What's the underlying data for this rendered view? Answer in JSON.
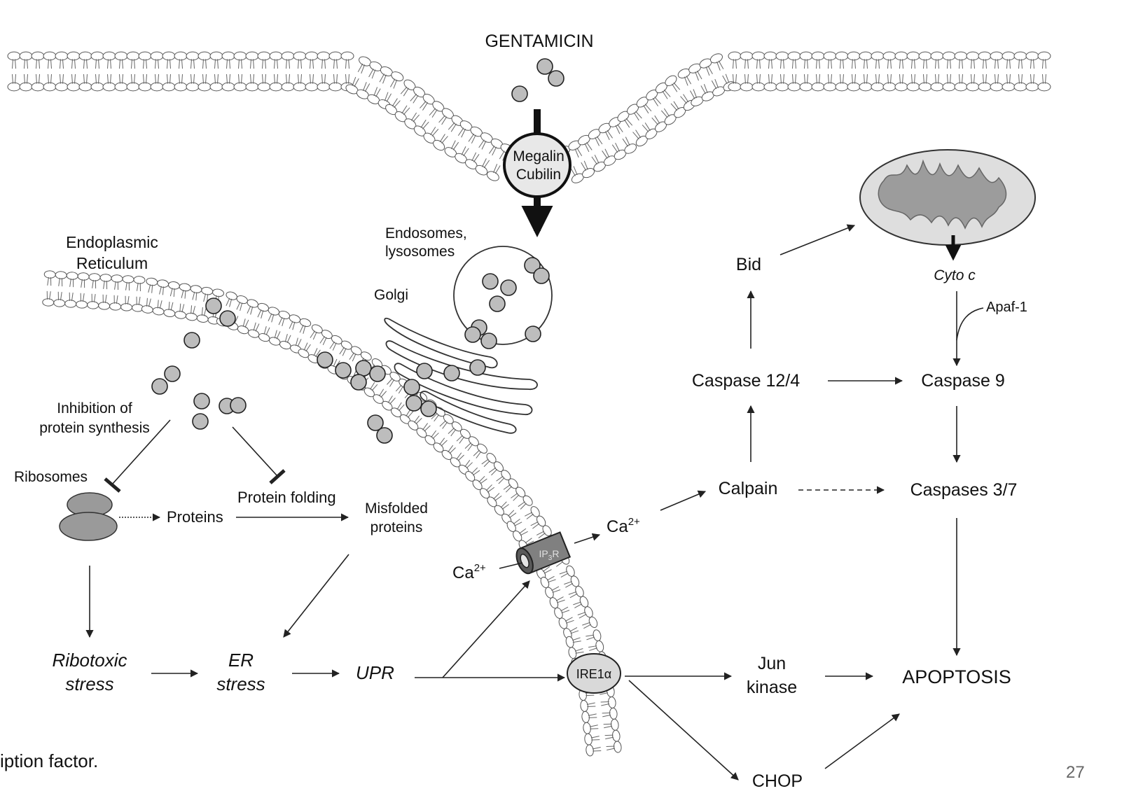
{
  "labels": {
    "gentamicin": "GENTAMICIN",
    "megalin": "Megalin",
    "cubilin": "Cubilin",
    "endosomes": "Endosomes,",
    "lysosomes": "lysosomes",
    "golgi": "Golgi",
    "er_line1": "Endoplasmic",
    "er_line2": "Reticulum",
    "inhibition_line1": "Inhibition of",
    "inhibition_line2": "protein synthesis",
    "ribosomes": "Ribosomes",
    "proteins": "Proteins",
    "protein_folding": "Protein folding",
    "misfolded_line1": "Misfolded",
    "misfolded_line2": "proteins",
    "ribotoxic_line1": "Ribotoxic",
    "ribotoxic_line2": "stress",
    "er_stress_line1": "ER",
    "er_stress_line2": "stress",
    "upr": "UPR",
    "ca_in": "Ca",
    "ca_out": "Ca",
    "ca_superscript": "2+",
    "ip3r": "IP",
    "ip3r_subscript": "3",
    "ip3r_suffix": "R",
    "ire1a": "IRE1α",
    "bid": "Bid",
    "cyto_c": "Cyto c",
    "apaf1": "Apaf-1",
    "caspase_12_4": "Caspase 12/4",
    "caspase_9": "Caspase 9",
    "calpain": "Calpain",
    "caspases_3_7": "Caspases 3/7",
    "jun_line1": "Jun",
    "jun_line2": "kinase",
    "apoptosis": "APOPTOSIS",
    "chop": "CHOP"
  },
  "footer": {
    "text": "iption factor.",
    "page_number": "27"
  },
  "colors": {
    "stroke": "#222222",
    "particle_fill": "#bdbdbd",
    "mito_outer": "#dedede",
    "mito_inner": "#9c9c9c",
    "ribosome_fill": "#9a9a9a",
    "channel_fill": "#808080",
    "ire_fill": "#d9d9d9"
  }
}
